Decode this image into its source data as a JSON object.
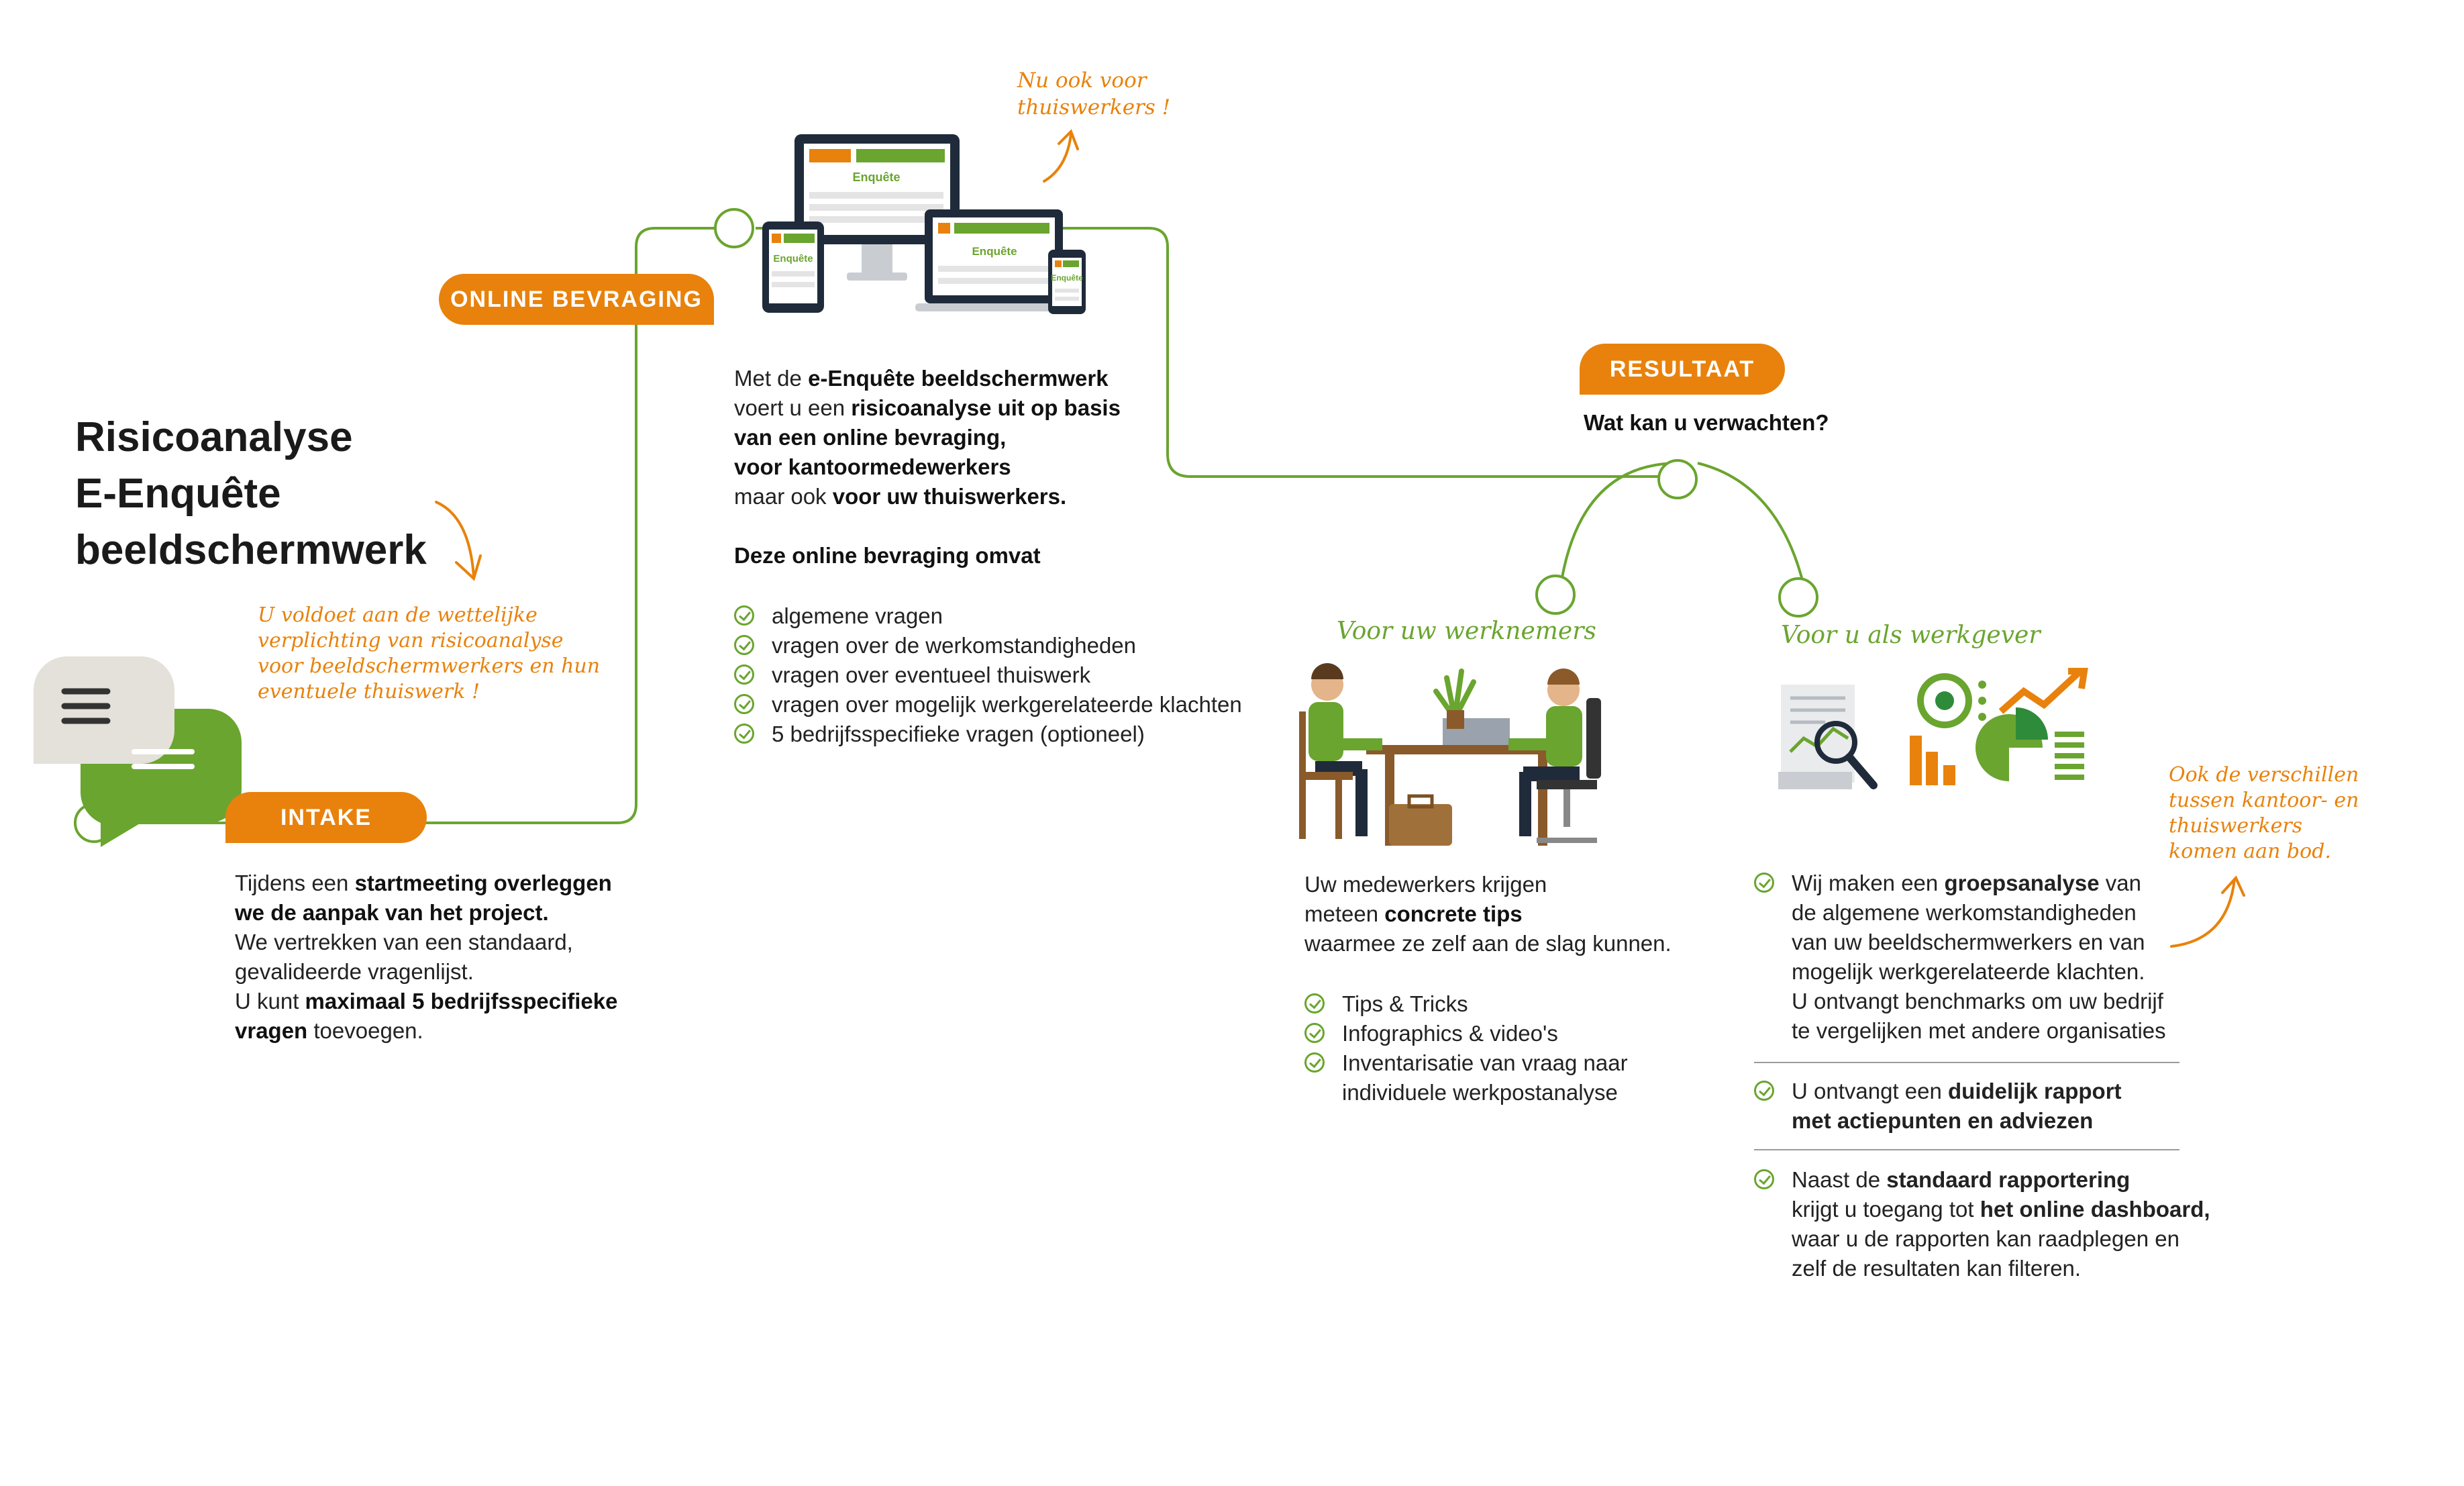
{
  "title": {
    "line1": "Risicoanalyse",
    "line2": "E-Enquête",
    "line3": "beeldschermwerk"
  },
  "legal_note": [
    "U voldoet aan de wettelijke",
    "verplichting van risicoanalyse",
    "voor beeldschermwerkers en hun",
    "eventuele thuiswerk !"
  ],
  "home_note": [
    "Nu ook voor",
    "thuiswerkers !"
  ],
  "diff_note": [
    "Ook de verschillen",
    "tussen kantoor- en",
    "thuiswerkers",
    "komen aan bod."
  ],
  "intake": {
    "label": "INTAKE",
    "p1_pre": "Tijdens een ",
    "p1_bold": "startmeeting overleggen",
    "p1_bold2": "we de aanpak van het project.",
    "p2": "We vertrekken van een standaard,",
    "p3": "gevalideerde vragenlijst.",
    "p4_pre": "U kunt ",
    "p4_bold": "maximaal 5 bedrijfsspecifieke",
    "p5_bold": "vragen",
    "p5_post": " toevoegen."
  },
  "online": {
    "label": "ONLINE BEVRAGING",
    "l1_pre": "Met de ",
    "l1_bold": "e-Enquête beeldschermwerk",
    "l2_pre": "voert u een ",
    "l2_bold": "risicoanalyse uit op basis",
    "l3_bold": "van een online bevraging,",
    "l4_bold": "voor kantoormedewerkers",
    "l5_pre": "maar ook ",
    "l5_bold": "voor uw thuiswerkers.",
    "subhead": "Deze online bevraging omvat",
    "items": [
      "algemene vragen",
      "vragen over de werkomstandigheden",
      "vragen over eventueel thuiswerk",
      "vragen over mogelijk werkgerelateerde klachten",
      "5 bedrijfsspecifieke vragen (optioneel)"
    ],
    "screen_label": "Enquête"
  },
  "result": {
    "label": "RESULTAAT",
    "question": "Wat kan u verwachten?"
  },
  "employees": {
    "heading": "Voor uw werknemers",
    "l1": "Uw medewerkers krijgen",
    "l2_pre": "meteen ",
    "l2_bold": "concrete tips",
    "l3": "waarmee ze zelf aan de slag kunnen.",
    "items": [
      "Tips & Tricks",
      "Infographics & video's",
      "Inventarisatie van vraag naar"
    ],
    "item3_cont": "individuele werkpostanalyse"
  },
  "employer": {
    "heading": "Voor u als werkgever",
    "b1_l1_pre": "Wij maken een ",
    "b1_l1_bold": "groepsanalyse",
    "b1_l1_post": " van",
    "b1_l2": "de algemene werkomstandigheden",
    "b1_l3": "van uw beeldschermwerkers en van",
    "b1_l4": "mogelijk werkgerelateerde klachten.",
    "b1_l5": "U ontvangt benchmarks om uw bedrijf",
    "b1_l6": "te vergelijken met andere organisaties",
    "b2_l1_pre": "U ontvangt een ",
    "b2_l1_bold": "duidelijk rapport",
    "b2_l2_bold": "met actiepunten en adviezen",
    "b3_l1_pre": "Naast de ",
    "b3_l1_bold": "standaard rapportering",
    "b3_l2_pre": "krijgt u toegang tot ",
    "b3_l2_bold": "het online dashboard,",
    "b3_l3": "waar u de rapporten kan raadplegen en",
    "b3_l4": "zelf de resultaten kan filteren."
  },
  "colors": {
    "orange": "#e8820c",
    "green": "#6aa52f",
    "dark": "#1a1a1a",
    "navy": "#1f2b3a"
  }
}
